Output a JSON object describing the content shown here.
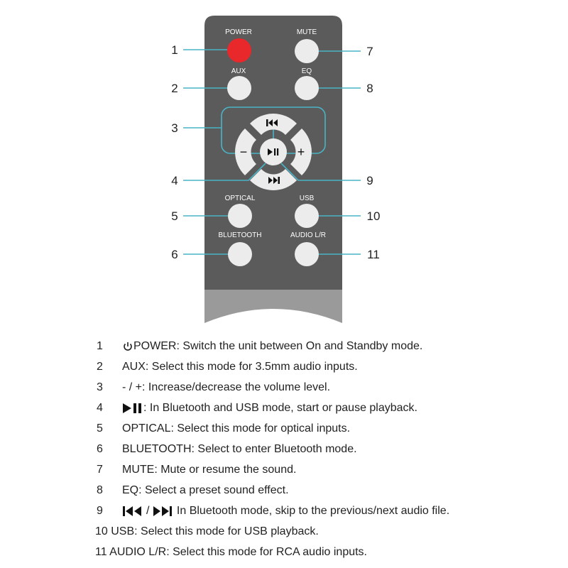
{
  "remote": {
    "buttons": {
      "power": "POWER",
      "mute": "MUTE",
      "aux": "AUX",
      "eq": "EQ",
      "optical": "OPTICAL",
      "usb": "USB",
      "bluetooth": "BLUETOOTH",
      "audio_lr": "AUDIO L/R"
    },
    "dpad": {
      "minus": "−",
      "plus": "+"
    },
    "colors": {
      "body": "#5b5b5b",
      "bottom_band": "#9a9a9a",
      "button": "#ececec",
      "power_button": "#e8282b",
      "callout_line": "#4ab3c6"
    }
  },
  "callouts": {
    "left": [
      "1",
      "2",
      "3",
      "4",
      "5",
      "6"
    ],
    "right": [
      "7",
      "8",
      "9",
      "10",
      "11"
    ]
  },
  "legend": [
    {
      "num": "1",
      "icon": "power-icon",
      "text": "POWER: Switch the unit between On and Standby mode."
    },
    {
      "num": "2",
      "text": "AUX: Select this mode for 3.5mm audio inputs."
    },
    {
      "num": "3",
      "text": "- / +: Increase/decrease the volume level."
    },
    {
      "num": "4",
      "icon": "play-pause-icon",
      "text": ": In Bluetooth and USB mode, start or pause playback."
    },
    {
      "num": "5",
      "text": "OPTICAL: Select this mode for optical inputs."
    },
    {
      "num": "6",
      "text": "BLUETOOTH: Select to enter Bluetooth mode."
    },
    {
      "num": "7",
      "text": "MUTE: Mute or resume the sound."
    },
    {
      "num": "8",
      "text": "EQ: Select a preset sound effect."
    },
    {
      "num": "9",
      "icon": "prev-next-icon",
      "separator": "/",
      "text": " In Bluetooth mode, skip to the previous/next audio file."
    },
    {
      "num": "10",
      "text": "USB: Select this mode for USB playback."
    },
    {
      "num": "11",
      "text": "AUDIO L/R: Select this mode for RCA audio inputs."
    }
  ]
}
